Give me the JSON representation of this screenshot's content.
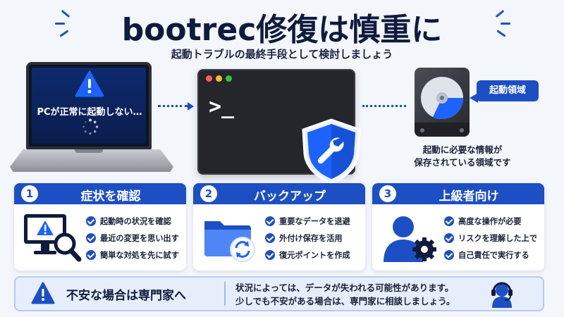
{
  "header": {
    "title": "bootrec修復は慎重に",
    "subtitle": "起動トラブルの最終手段として検討しましょう"
  },
  "laptop": {
    "message": "PCが正常に起動しない…"
  },
  "terminal": {
    "prompt": ">_"
  },
  "disk": {
    "callout": "起動領域",
    "caption_line1": "起動に必要な情報が",
    "caption_line2": "保存されている領域です"
  },
  "cards": [
    {
      "number": "1",
      "title": "症状を確認",
      "items": [
        "起動時の状況を確認",
        "最近の変更を思い出す",
        "簡単な対処を先に試す"
      ]
    },
    {
      "number": "2",
      "title": "バックアップ",
      "items": [
        "重要なデータを退避",
        "外付け保存を活用",
        "復元ポイントを作成"
      ]
    },
    {
      "number": "3",
      "title": "上級者向け",
      "items": [
        "高度な操作が必要",
        "リスクを理解した上で",
        "自己責任で実行する"
      ]
    }
  ],
  "banner": {
    "title": "不安な場合は専門家へ",
    "line1": "状況によっては、データが失われる可能性があります。",
    "line2": "少しでも不安がある場合は、専門家に相談しましょう。"
  },
  "colors": {
    "accent": "#1d4fc4",
    "dark": "#0f1b3d",
    "background": "#f3f6fb"
  },
  "icons": [
    "warning-icon",
    "spinner-icon",
    "shield-wrench-icon",
    "hard-drive-icon",
    "monitor-magnifier-icon",
    "folder-sync-icon",
    "user-gear-icon",
    "headset-icon",
    "check-icon"
  ]
}
